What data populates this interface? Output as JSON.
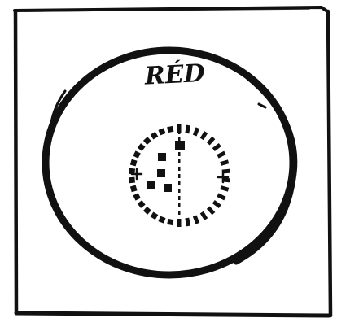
{
  "figure": {
    "label": "RÉD",
    "ink_color": "#111111",
    "paper_color": "#ffffff"
  },
  "radial_pattern": {
    "left_half": "square-dots",
    "right_half": "tick-marks"
  }
}
